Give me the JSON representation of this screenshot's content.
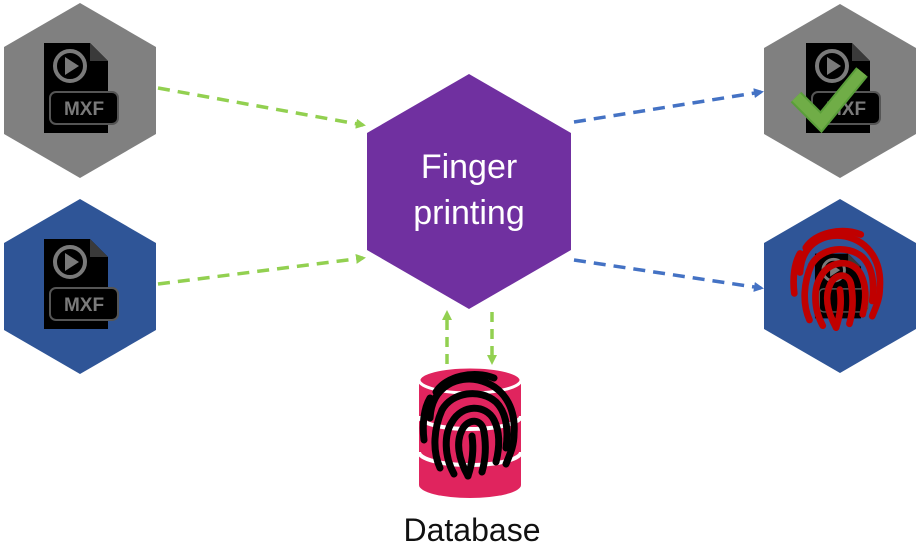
{
  "center": {
    "line1": "Finger",
    "line2": "printing",
    "color": "#7030a0"
  },
  "inputs": [
    {
      "file_label": "MXF",
      "color": "#808080"
    },
    {
      "file_label": "MXF",
      "color": "#2f5597"
    }
  ],
  "outputs": [
    {
      "file_label": "MXF",
      "color": "#808080",
      "badge": "checkmark-icon"
    },
    {
      "color": "#2f5597",
      "badge": "fingerprint-icon"
    }
  ],
  "database": {
    "label": "Database",
    "color": "#e0245e"
  },
  "colors": {
    "input_arrow": "#92d050",
    "output_arrow": "#4472c4",
    "db_arrow": "#92d050",
    "check": "#70ad47",
    "fingerprint_red": "#c00000"
  }
}
